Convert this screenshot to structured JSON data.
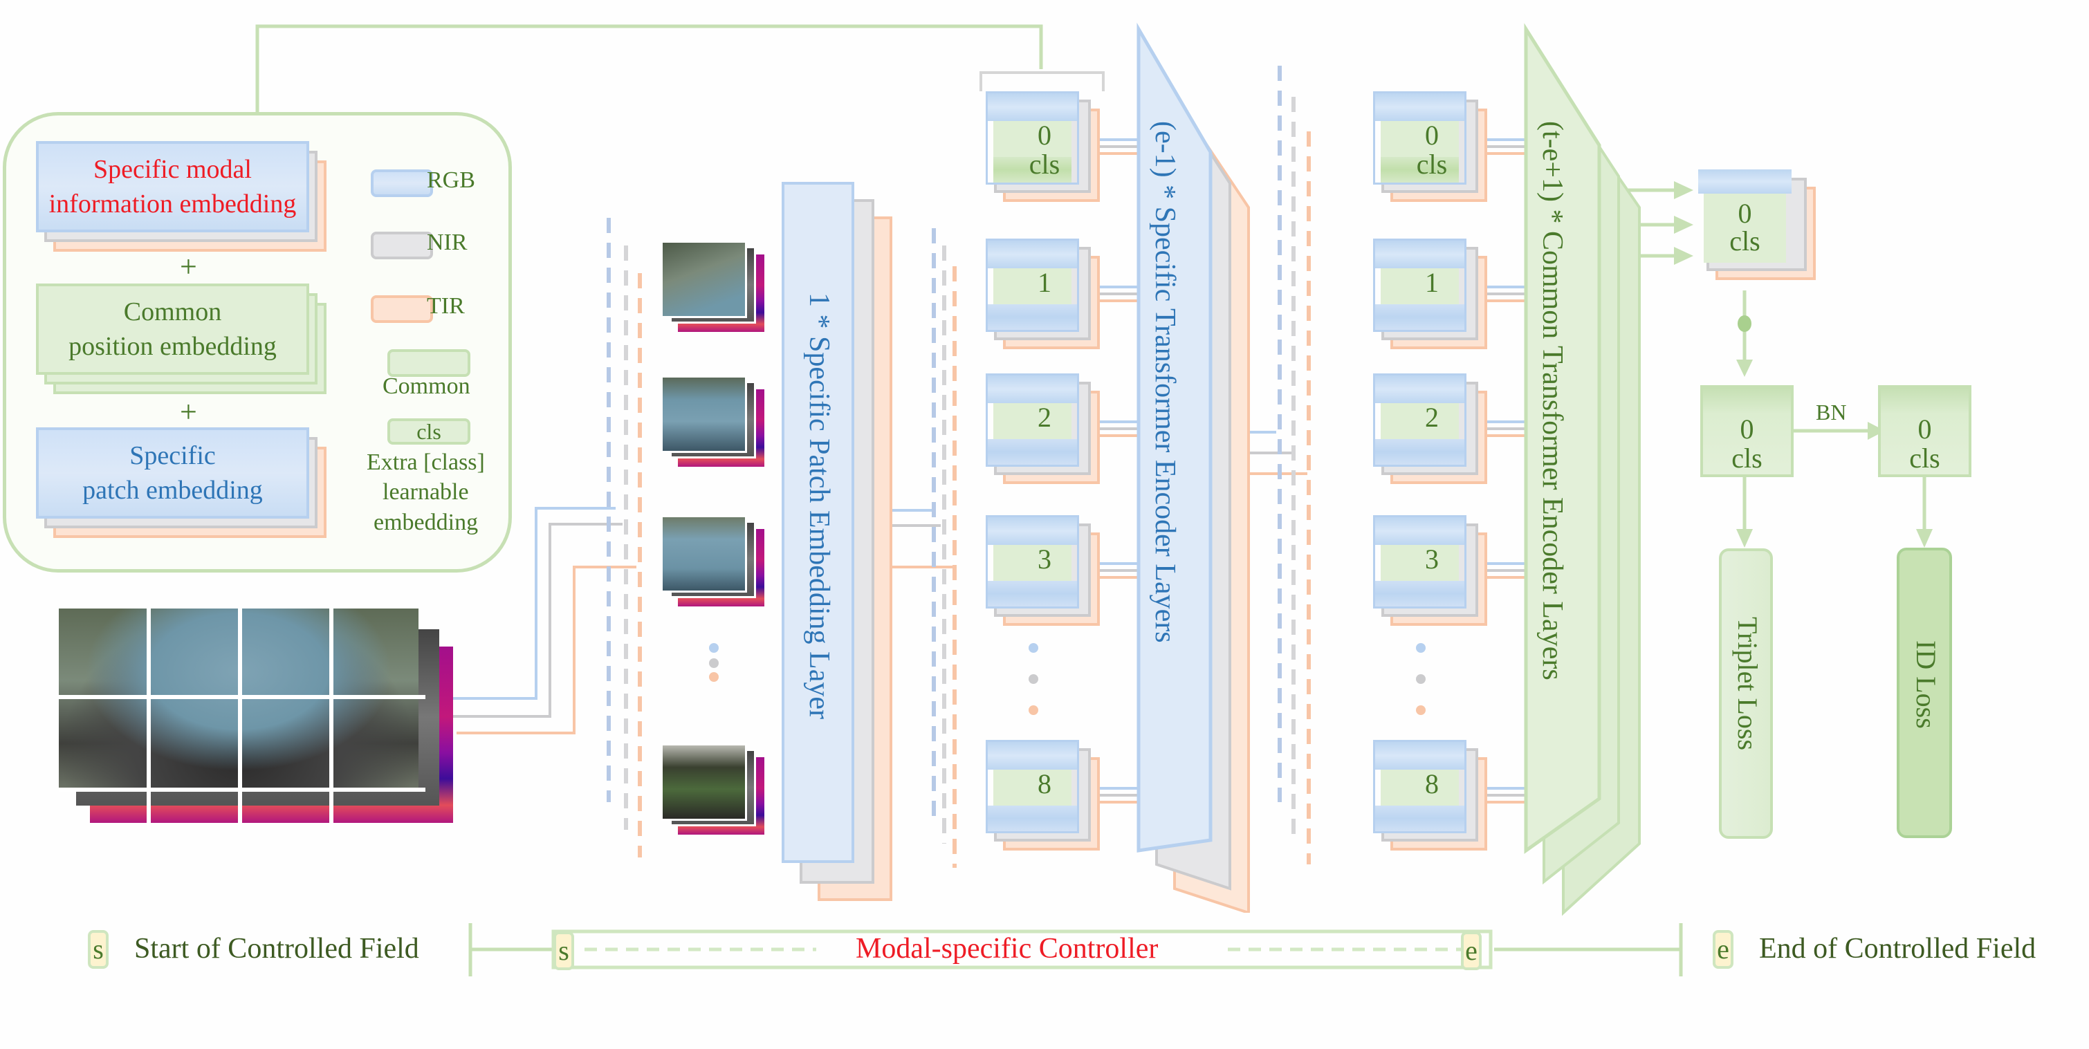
{
  "diagram": {
    "legend_box": {
      "embeddings": [
        {
          "label_line1": "Specific modal",
          "label_line2": "information embedding",
          "color": "#ee1c25"
        },
        {
          "label_line1": "Common",
          "label_line2": "position embedding",
          "color": "#4a7a2b"
        },
        {
          "label_line1": "Specific",
          "label_line2": "patch embedding",
          "color": "#2e75b6"
        }
      ],
      "plus_sign": "+",
      "modalities": [
        {
          "label": "RGB",
          "color": "#cfe1f7"
        },
        {
          "label": "NIR",
          "color": "#e6e6e8"
        },
        {
          "label": "TIR",
          "color": "#fde3d3"
        }
      ],
      "common_label": "Common",
      "cls_label": "cls",
      "cls_description": [
        "Extra [class]",
        "learnable",
        "embedding"
      ]
    },
    "patch_embedding_layer": "1 * Specific Patch Embedding Layer",
    "specific_encoder": "(e-1) * Specific Transformer Encoder Layers",
    "common_encoder": "(t-e+1) * Common Transformer Encoder Layers",
    "token_column_1": [
      "0",
      "1",
      "2",
      "3",
      "8"
    ],
    "token_column_2": [
      "0",
      "1",
      "2",
      "3",
      "8"
    ],
    "cls_label": "cls",
    "output_token": {
      "index": "0",
      "label": "cls"
    },
    "bn_label": "BN",
    "bn_tokens": [
      {
        "index": "0",
        "label": "cls"
      },
      {
        "index": "0",
        "label": "cls"
      }
    ],
    "losses": [
      "Triplet Loss",
      "ID Loss"
    ],
    "footer": {
      "start_marker": "s",
      "start_label": "Start of Controlled Field",
      "controller_label": "Modal-specific Controller",
      "end_marker": "e",
      "end_label": "End of Controlled Field"
    },
    "colors": {
      "rgb": "#b6d0ef",
      "nir": "#cbcbcd",
      "tir": "#f8c5a6",
      "common": "#c6e0b4",
      "accent_red": "#ee1c25",
      "text_green": "#4a7a2b",
      "text_blue": "#2e75b6"
    }
  }
}
